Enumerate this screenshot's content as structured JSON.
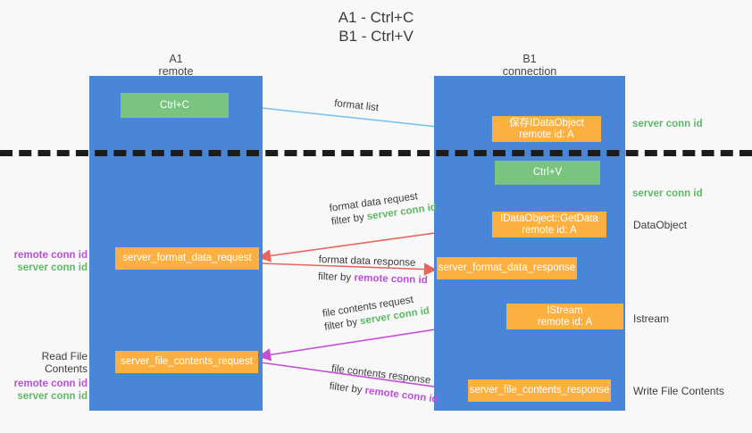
{
  "title": "A1 - Ctrl+C\nB1 - Ctrl+V",
  "colors": {
    "lane": "#4a86d8",
    "green_box": "#79c47e",
    "orange_box": "#fbb040",
    "server_conn_id": "#5fb867",
    "remote_conn_id": "#b84fd6",
    "blue_arrow": "#7ec2ef",
    "red_arrow": "#e8645c",
    "magenta_arrow": "#c44fd6",
    "black_arrow": "#111111",
    "background": "#f8f8f8"
  },
  "columns": [
    {
      "name": "A1",
      "sub": "remote",
      "header": "A1\nremote"
    },
    {
      "name": "B1",
      "sub": "connection",
      "header": "B1\nconnection"
    }
  ],
  "boxes": [
    {
      "id": "ctrl-c",
      "label": "Ctrl+C",
      "style": "green"
    },
    {
      "id": "idataobject-remote",
      "label": "保存IDataObject\nremote id: A",
      "style": "orange"
    },
    {
      "id": "ctrl-v",
      "label": "Ctrl+V",
      "style": "green"
    },
    {
      "id": "idataobject-getdata",
      "label": "IDataObject::GetData\nremote id: A",
      "style": "orange"
    },
    {
      "id": "server-format-data-request",
      "label": "server_format_data_request",
      "style": "orange"
    },
    {
      "id": "server-format-data-response",
      "label": "server_format_data_response",
      "style": "orange"
    },
    {
      "id": "istream",
      "label": "IStream\nremote id: A",
      "style": "orange"
    },
    {
      "id": "server-file-contents-request",
      "label": "server_file_contents_request",
      "style": "orange"
    },
    {
      "id": "server-file-contents-response",
      "label": "server_file_contents_response",
      "style": "orange"
    }
  ],
  "right_labels": [
    {
      "id": "server-conn-id-top",
      "text": "server conn id",
      "kind": "conn-green"
    },
    {
      "id": "server-conn-id-second",
      "text": "server conn id",
      "kind": "conn-green"
    },
    {
      "id": "dataobject",
      "text": "DataObject",
      "kind": "plain"
    },
    {
      "id": "istream-label",
      "text": "Istream",
      "kind": "plain"
    },
    {
      "id": "write-file-contents",
      "text": "Write File Contents",
      "kind": "plain"
    }
  ],
  "left_labels": [
    {
      "id": "left-conn-ids-format",
      "remote": "remote conn id",
      "server": "server conn id"
    },
    {
      "id": "read-file-contents",
      "heading": "Read File Contents",
      "remote": "remote conn id",
      "server": "server conn id"
    }
  ],
  "arrow_captions": [
    {
      "id": "format-list",
      "line1": "format list",
      "line2": "",
      "filter_prefix": "",
      "filter_target": ""
    },
    {
      "id": "format-data-request-cap",
      "line1": "format data request",
      "filter_prefix": "filter by ",
      "filter_target": "server conn id",
      "target_color": "green"
    },
    {
      "id": "format-data-response-cap",
      "line1": "format data response",
      "filter_prefix": "filter by ",
      "filter_target": "remote conn id",
      "target_color": "purple"
    },
    {
      "id": "file-contents-request-cap",
      "line1": "file contents request",
      "filter_prefix": "filter by ",
      "filter_target": "server conn id",
      "target_color": "green"
    },
    {
      "id": "file-contents-response-cap",
      "line1": "file contents response",
      "filter_prefix": "filter by ",
      "filter_target": "remote conn id",
      "target_color": "purple"
    }
  ]
}
